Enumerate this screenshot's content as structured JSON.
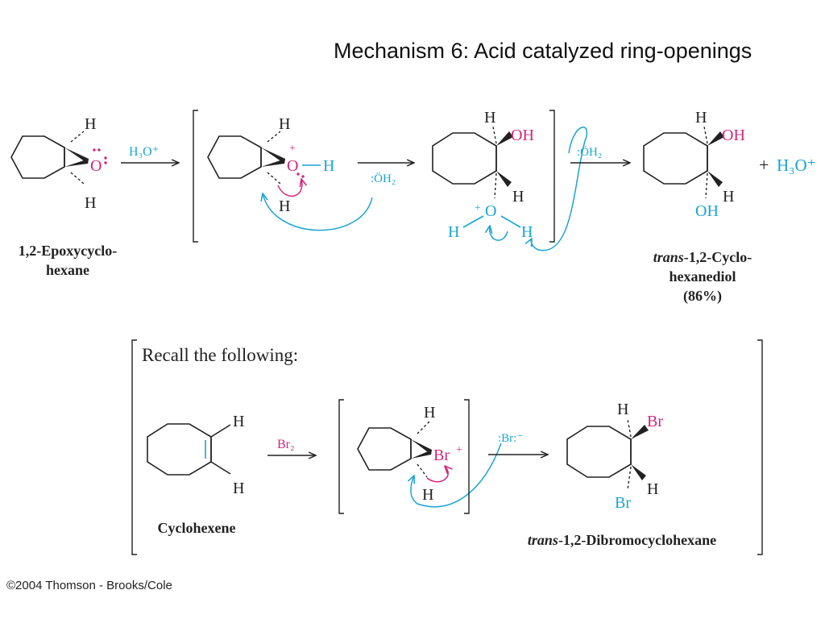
{
  "title": "Mechanism 6: Acid catalyzed ring-openings",
  "copyright": "©2004 Thomson - Brooks/Cole",
  "colors": {
    "magenta": "#d2267a",
    "cyan": "#1aa3d4",
    "ink": "#222222"
  },
  "top": {
    "reactant": {
      "name_line1": "1,2-Epoxycyclo-",
      "name_line2": "hexane",
      "h_top": "H",
      "h_bottom": "H",
      "oxygen": "O"
    },
    "reagent": "H₃O⁺",
    "protonated": {
      "h_top": "H",
      "h_bottom": "H",
      "oxygen": "O",
      "oh": "H",
      "charge": "+"
    },
    "water": ":ÖH₂",
    "intermediate": {
      "h_top": "H",
      "oh": "OH",
      "h_ring": "H",
      "oxygen": "O",
      "charge": "+",
      "h_left": "H",
      "h_right": "H"
    },
    "water2": ":ÖH₂",
    "product": {
      "h_top": "H",
      "oh_top": "OH",
      "h_ring": "H",
      "oh_bottom": "OH",
      "name_prefix": "trans",
      "name_rest": "-1,2-Cyclo-",
      "name_line2": "hexanediol",
      "yield": "(86%)"
    },
    "plus": "+",
    "byproduct": "H₃O⁺"
  },
  "recall": {
    "heading": "Recall the following:",
    "reactant": {
      "name": "Cyclohexene",
      "h_top": "H",
      "h_bottom": "H"
    },
    "reagent": "Br₂",
    "bromonium": {
      "h_top": "H",
      "h_bottom": "H",
      "br": "Br",
      "charge": "+"
    },
    "bromide": ":Br:⁻",
    "product": {
      "h_top": "H",
      "br_top": "Br",
      "h_ring": "H",
      "br_bottom": "Br",
      "name_prefix": "trans",
      "name_rest": "-1,2-Dibromocyclohexane"
    }
  }
}
